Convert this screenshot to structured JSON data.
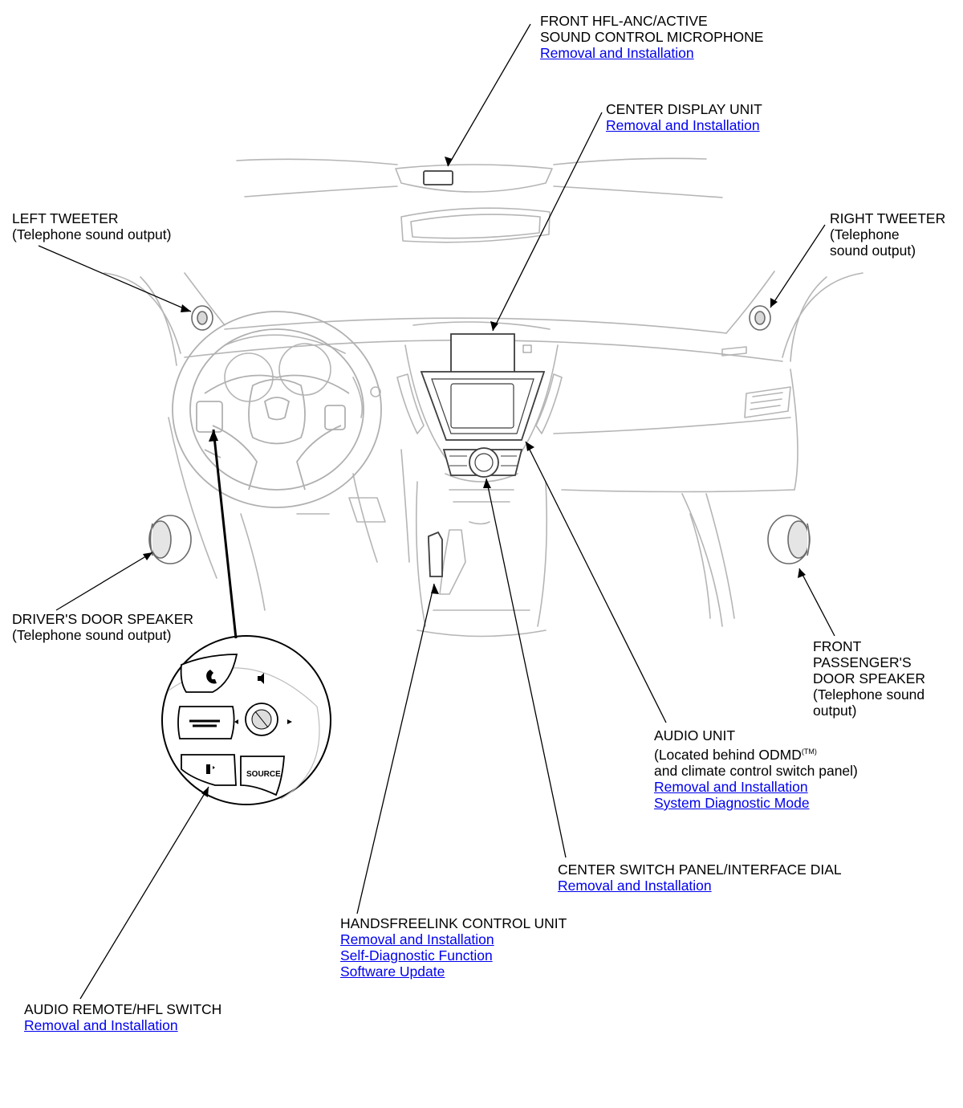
{
  "callouts": {
    "front_mic": {
      "line1": "FRONT HFL-ANC/ACTIVE",
      "line2": "SOUND CONTROL MICROPHONE",
      "link1": "Removal and Installation"
    },
    "center_display": {
      "title": "CENTER DISPLAY UNIT",
      "link1": "Removal and Installation"
    },
    "left_tweeter": {
      "title": "LEFT TWEETER",
      "sub": "(Telephone sound output)"
    },
    "right_tweeter": {
      "title": "RIGHT TWEETER",
      "sub1": "(Telephone",
      "sub2": "sound output)"
    },
    "driver_door": {
      "title": "DRIVER'S DOOR SPEAKER",
      "sub": "(Telephone sound output)"
    },
    "passenger_door": {
      "line1": "FRONT",
      "line2": "PASSENGER'S",
      "line3": "DOOR SPEAKER",
      "line4": "(Telephone sound",
      "line5": "output)"
    },
    "audio_unit": {
      "title": "AUDIO UNIT",
      "sub1a": "(Located behind ODMD",
      "sub1_tm": "(TM)",
      "sub2": "and climate control switch panel)",
      "link1": "Removal and Installation",
      "link2": "System Diagnostic Mode"
    },
    "center_switch": {
      "title": "CENTER SWITCH PANEL/INTERFACE DIAL",
      "link1": "Removal and Installation"
    },
    "hfl_unit": {
      "title": "HANDSFREELINK CONTROL UNIT",
      "link1": "Removal and Installation",
      "link2": "Self-Diagnostic Function",
      "link3": "Software Update"
    },
    "remote_switch": {
      "title": "AUDIO REMOTE/HFL SWITCH",
      "link1": "Removal and Installation"
    }
  },
  "inset": {
    "source_label": "SOURCE"
  },
  "colors": {
    "link": "#0000ee",
    "line": "#000000",
    "drawing": "#b5b5b5"
  },
  "icons": [
    "phone-icon",
    "speaker-icon",
    "talk-icon",
    "left-arrow-icon",
    "right-arrow-icon"
  ]
}
